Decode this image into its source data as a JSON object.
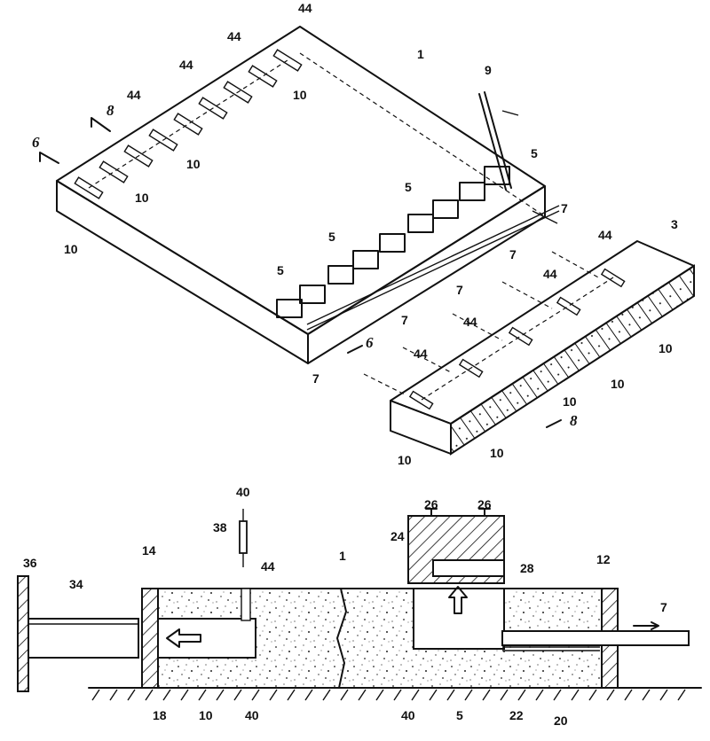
{
  "figure_top": {
    "labels": {
      "panel": "1",
      "panel_strip": "3",
      "insert": "5",
      "cable": "7",
      "tool": "9",
      "anchor": "10",
      "bolt": "44",
      "section_6": "6",
      "section_8": "8"
    }
  },
  "figure_bottom": {
    "labels": {
      "panel": "1",
      "end_wall_right": "12",
      "end_wall_left": "14",
      "hole": "18",
      "channel": "20",
      "channel_b": "22",
      "mold_box": "24",
      "screw": "26",
      "plate": "28",
      "rod": "34",
      "end_plate": "36",
      "pin": "38",
      "bolt": "44",
      "insert": "5",
      "anchor": "10",
      "slab": "40",
      "cable": "7"
    }
  }
}
